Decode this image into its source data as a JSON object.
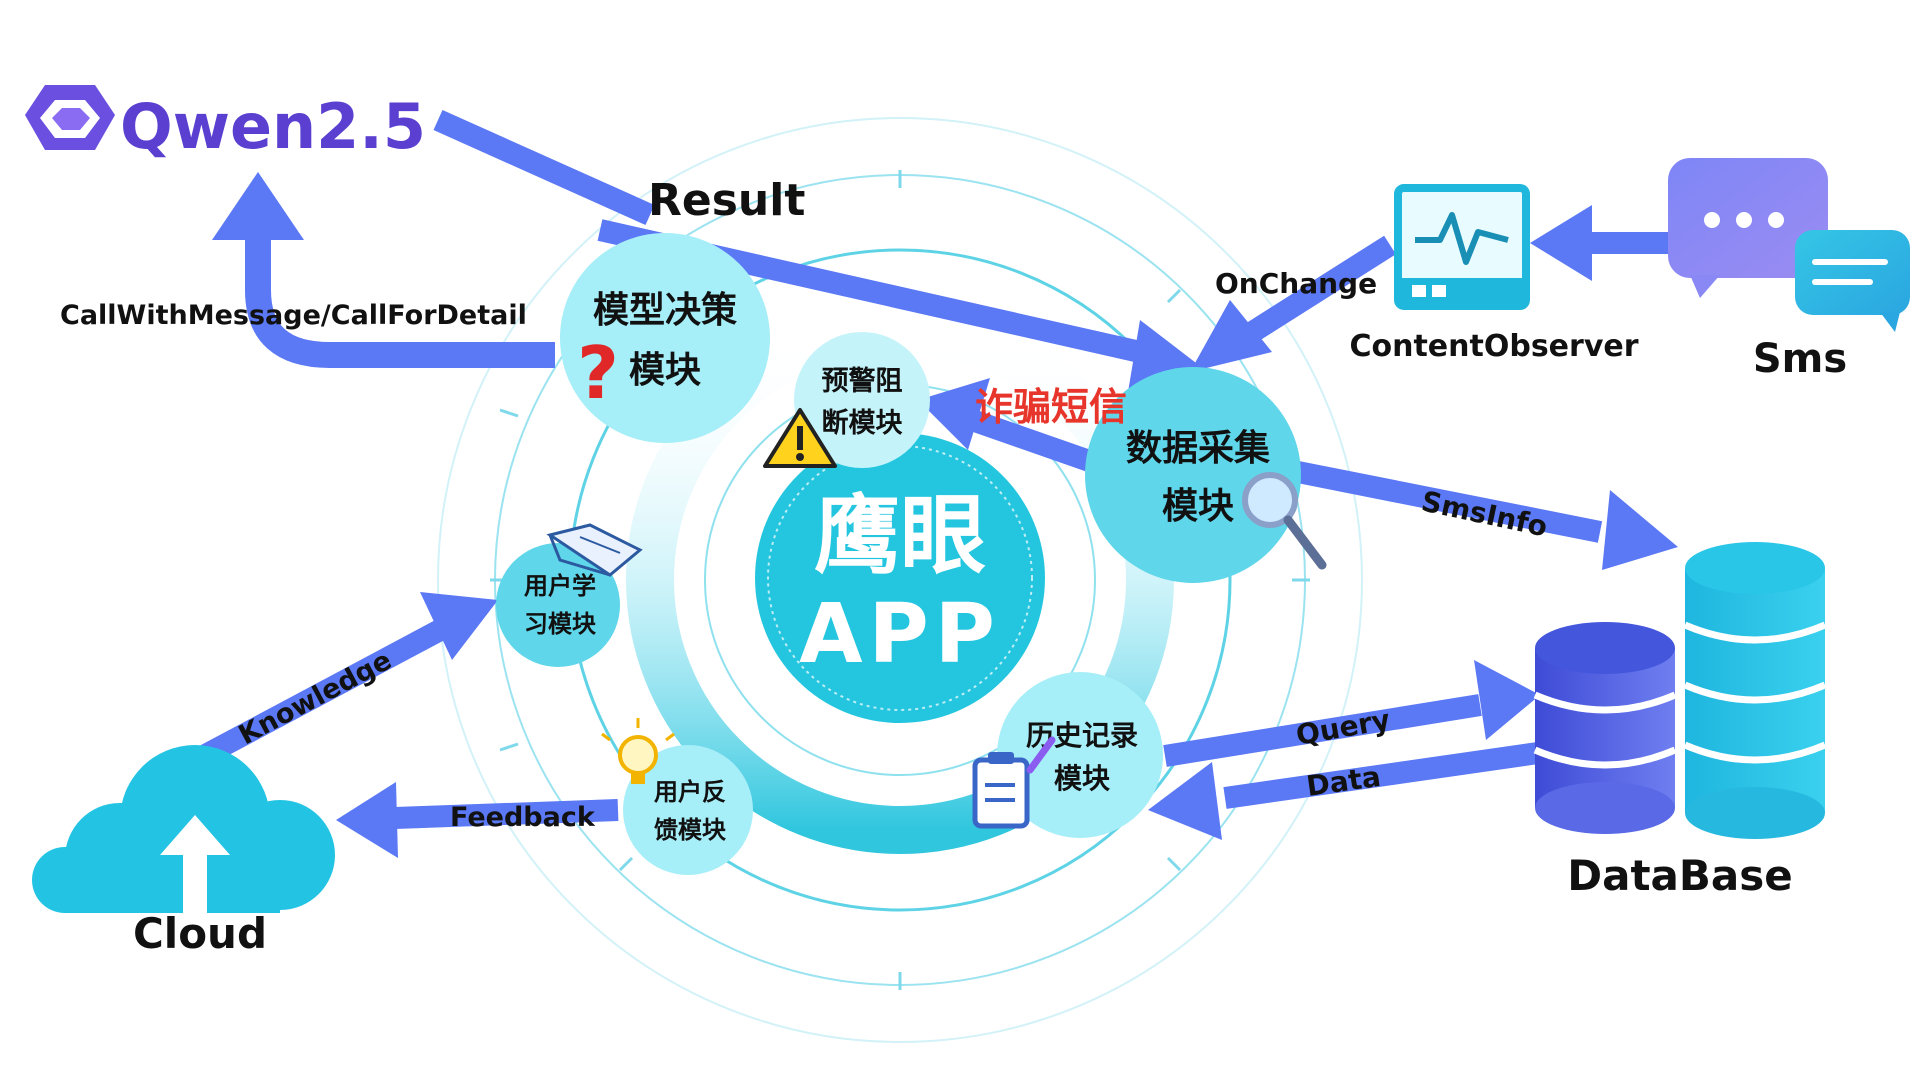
{
  "center": {
    "line1": "鹰眼",
    "line2": "APP"
  },
  "modules": {
    "model": {
      "line1": "模型决策",
      "line2": "模块"
    },
    "warning": {
      "line1": "预警阻",
      "line2": "断模块"
    },
    "data_collect": {
      "line1": "数据采集",
      "line2": "模块"
    },
    "user_learn": {
      "line1": "用户学",
      "line2": "习模块"
    },
    "user_feedback": {
      "line1": "用户反",
      "line2": "馈模块"
    },
    "history": {
      "line1": "历史记录",
      "line2": "模块"
    }
  },
  "external": {
    "qwen": "Qwen2.5",
    "cloud": "Cloud",
    "database": "DataBase",
    "sms": "Sms",
    "content_observer": "ContentObserver"
  },
  "edges": {
    "result": "Result",
    "call": "CallWithMessage/CallForDetail",
    "onchange": "OnChange",
    "fraud_sms": "诈骗短信",
    "smsinfo": "SmsInfo",
    "knowledge": "Knowledge",
    "feedback": "Feedback",
    "query": "Query",
    "data": "Data"
  },
  "colors": {
    "arrow": "#5b78f5",
    "module_fill": "#a6eef8",
    "center_fill": "#24c6df",
    "ring": "#2fc6de",
    "fraud_text": "#e8352b",
    "qwen_text": "#5a3fd0",
    "cloud": "#23c4e3",
    "db_left": "#4a5ce0",
    "db_right": "#27c3e6"
  }
}
